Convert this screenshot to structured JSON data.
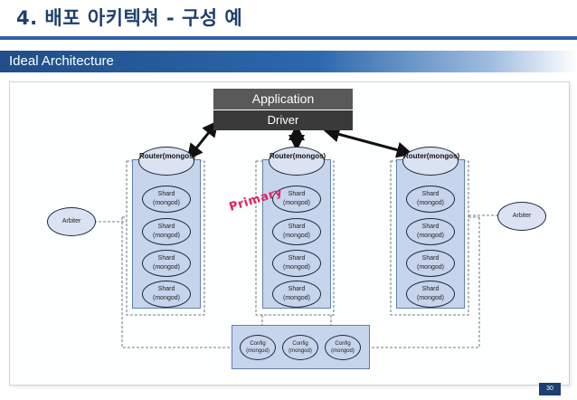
{
  "header": {
    "title": "4. 배포 아키텍쳐 - 구성 예"
  },
  "subheader": {
    "label": "Ideal Architecture"
  },
  "app": {
    "application": "Application",
    "driver": "Driver"
  },
  "routers": [
    {
      "line1": "Router",
      "line2": "(mongos)"
    },
    {
      "line1": "Router",
      "line2": "(mongos)"
    },
    {
      "line1": "Router",
      "line2": "(mongos)"
    }
  ],
  "shard": {
    "line1": "Shard",
    "line2": "(mongod)"
  },
  "arbiters": {
    "left": "Arbiter",
    "right": "Arbiter"
  },
  "primary_label": "Primary",
  "configs": [
    {
      "line1": "Config",
      "line2": "(mongod)"
    },
    {
      "line1": "Config",
      "line2": "(mongod)"
    },
    {
      "line1": "Config",
      "line2": "(mongod)"
    }
  ],
  "footer": {
    "page_number": "30"
  },
  "colors": {
    "title": "#1f3f6e",
    "bar": "#2f63a6",
    "shard_fill": "#c6d4ec",
    "primary": "#e0245e"
  }
}
